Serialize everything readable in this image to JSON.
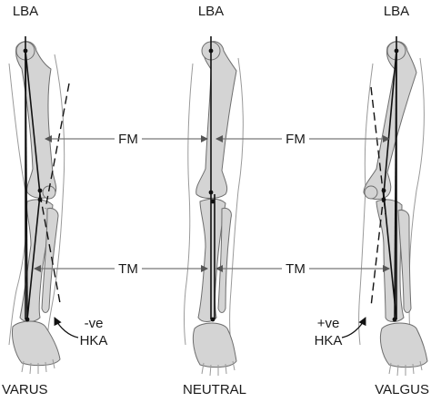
{
  "labels": {
    "lba": "LBA",
    "fm": "FM",
    "tm": "TM",
    "varus": "VARUS",
    "neutral": "NEUTRAL",
    "valgus": "VALGUS",
    "neg_hka_top": "-ve",
    "pos_hka_top": "+ve",
    "hka": "HKA"
  },
  "colors": {
    "bone": "#d4d4d4",
    "outline": "#6e6e6e",
    "line": "#111111",
    "measure": "#777777"
  }
}
